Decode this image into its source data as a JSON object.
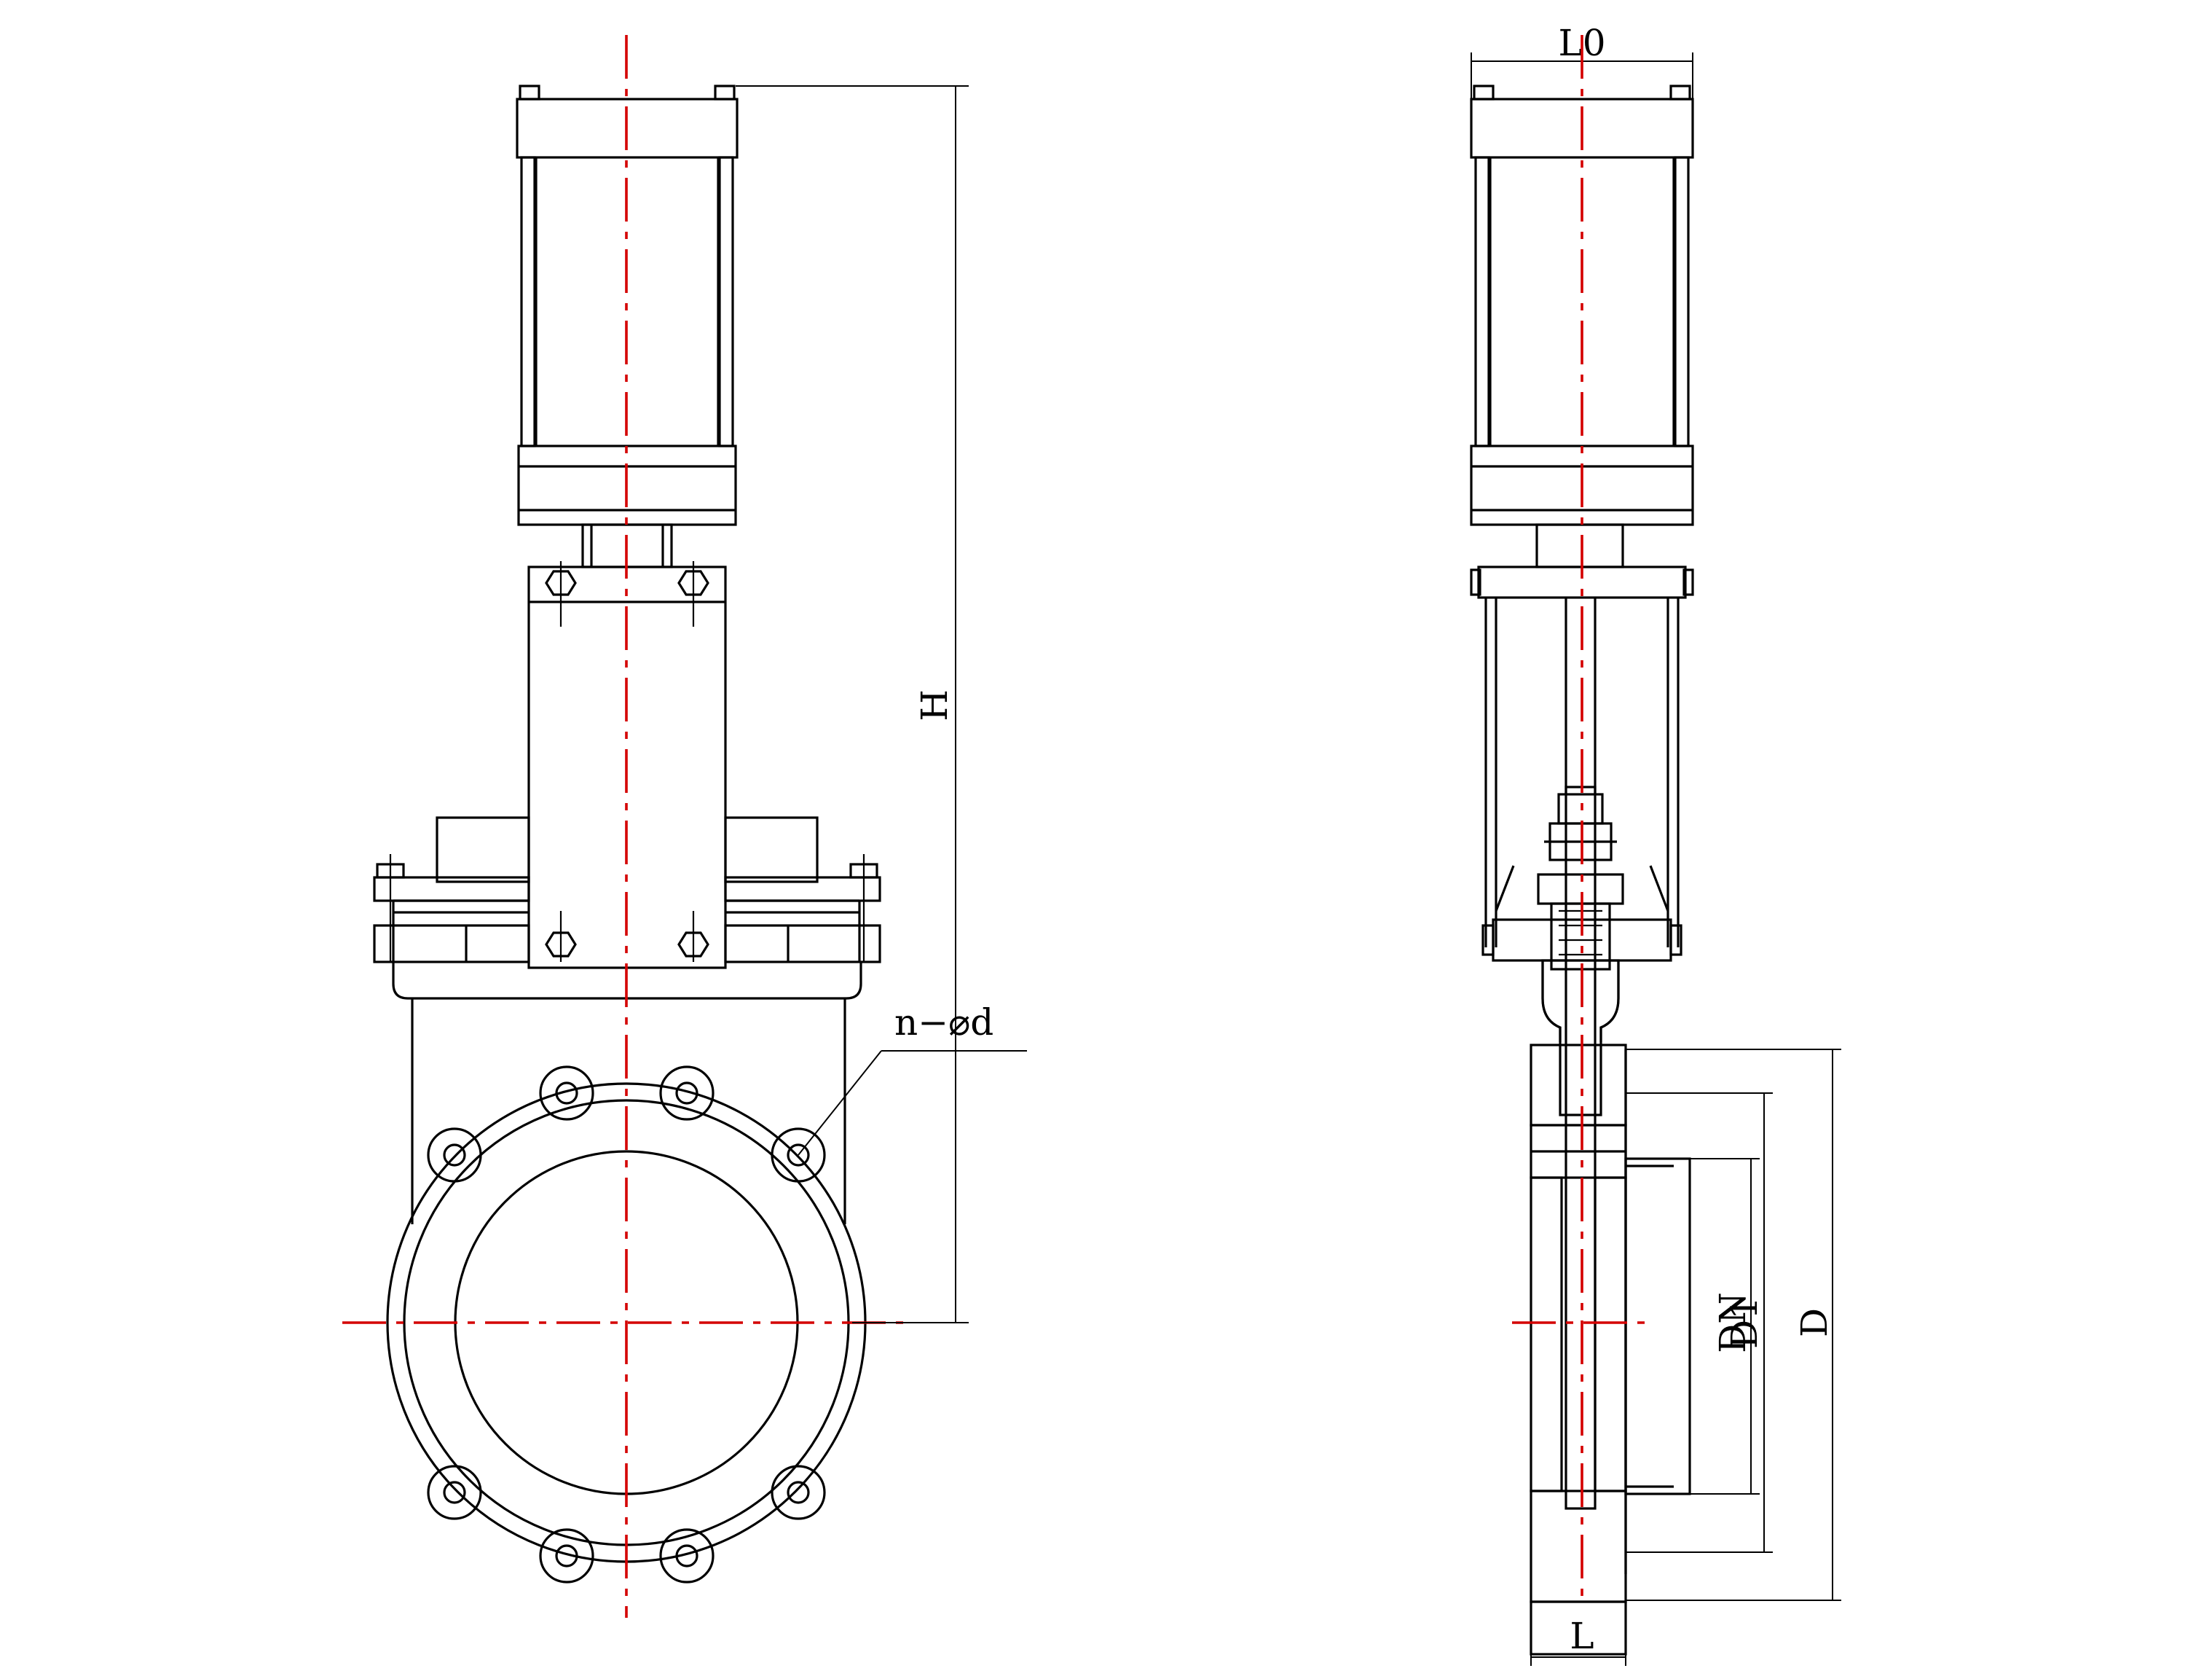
{
  "labels": {
    "H": "H",
    "L0": "L0",
    "n_d": "n−⌀d",
    "DN": "DN",
    "D1": "D1",
    "D": "D",
    "L": "L"
  },
  "colors": {
    "line": "#000000",
    "centerline": "#d40000",
    "background": "#ffffff"
  }
}
